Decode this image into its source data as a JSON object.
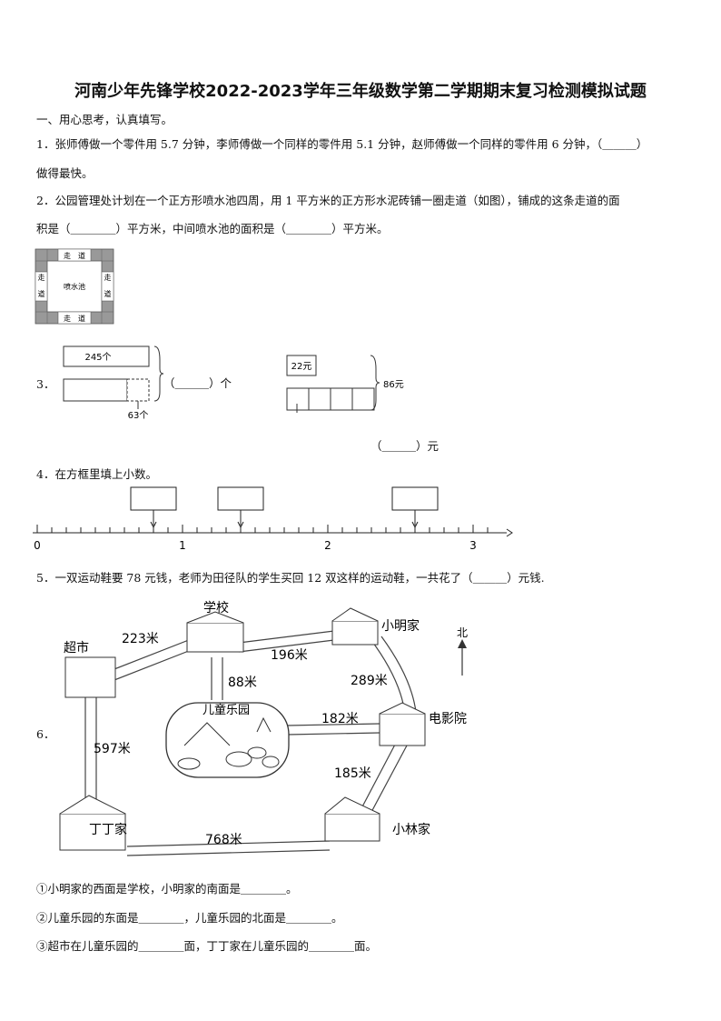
{
  "title": "河南少年先锋学校2022-2023学年三年级数学第二学期期末复习检测模拟试题",
  "section1": "一、用心思考，认真填写。",
  "q1": {
    "line1": "1．张师傅做一个零件用 5.7 分钟，李师傅做一个同样的零件用 5.1 分钟，赵师傅做一个同样的零件用 6 分钟，（＿＿＿）",
    "line2": "做得最快。"
  },
  "q2": {
    "line1": "2．公园管理处计划在一个正方形喷水池四周，用 1 平方米的正方形水泥砖铺一圈走道（如图），铺成的这条走道的面",
    "line2": "积是（＿＿＿＿）平方米，中间喷水池的面积是（＿＿＿＿）平方米。",
    "figure": {
      "top_label": "走　道",
      "bottom_label": "走　道",
      "left_label": "走道",
      "right_label": "走道",
      "center_label": "喷水池"
    }
  },
  "q3": {
    "number": "3．",
    "left": {
      "top_bar": "245个",
      "diff_label": "63个",
      "answer": "（＿＿＿）个"
    },
    "right": {
      "unit_label": "22元",
      "total_label": "86元",
      "answer": "（＿＿＿）元"
    }
  },
  "q4": {
    "text": "4．在方框里填上小数。",
    "tick_labels": [
      "0",
      "1",
      "2",
      "3"
    ],
    "pointer_values": [
      0.8,
      1.4,
      2.6
    ],
    "unit_divisions": 10
  },
  "q5": {
    "text": "5．一双运动鞋要 78 元钱，老师为田径队的学生买回 12 双这样的运动鞋，一共花了（＿＿＿）元钱."
  },
  "q6": {
    "number": "6．",
    "places": {
      "school": "学校",
      "supermarket": "超市",
      "xiaoming": "小明家",
      "cinema": "电影院",
      "xiaolin": "小林家",
      "dingding": "丁丁家",
      "park": "儿童乐园",
      "north": "北"
    },
    "distances": {
      "supermarket_school": "223米",
      "school_xiaoming": "196米",
      "school_park": "88米",
      "xiaoming_cinema": "289米",
      "park_cinema": "182米",
      "cinema_xiaolin": "185米",
      "supermarket_dingding": "597米",
      "dingding_xiaolin": "768米"
    },
    "sub1": "①小明家的西面是学校，小明家的南面是＿＿＿＿。",
    "sub2": "②儿童乐园的东面是＿＿＿＿，儿童乐园的北面是＿＿＿＿。",
    "sub3": "③超市在儿童乐园的＿＿＿＿面，丁丁家在儿童乐园的＿＿＿＿面。"
  }
}
